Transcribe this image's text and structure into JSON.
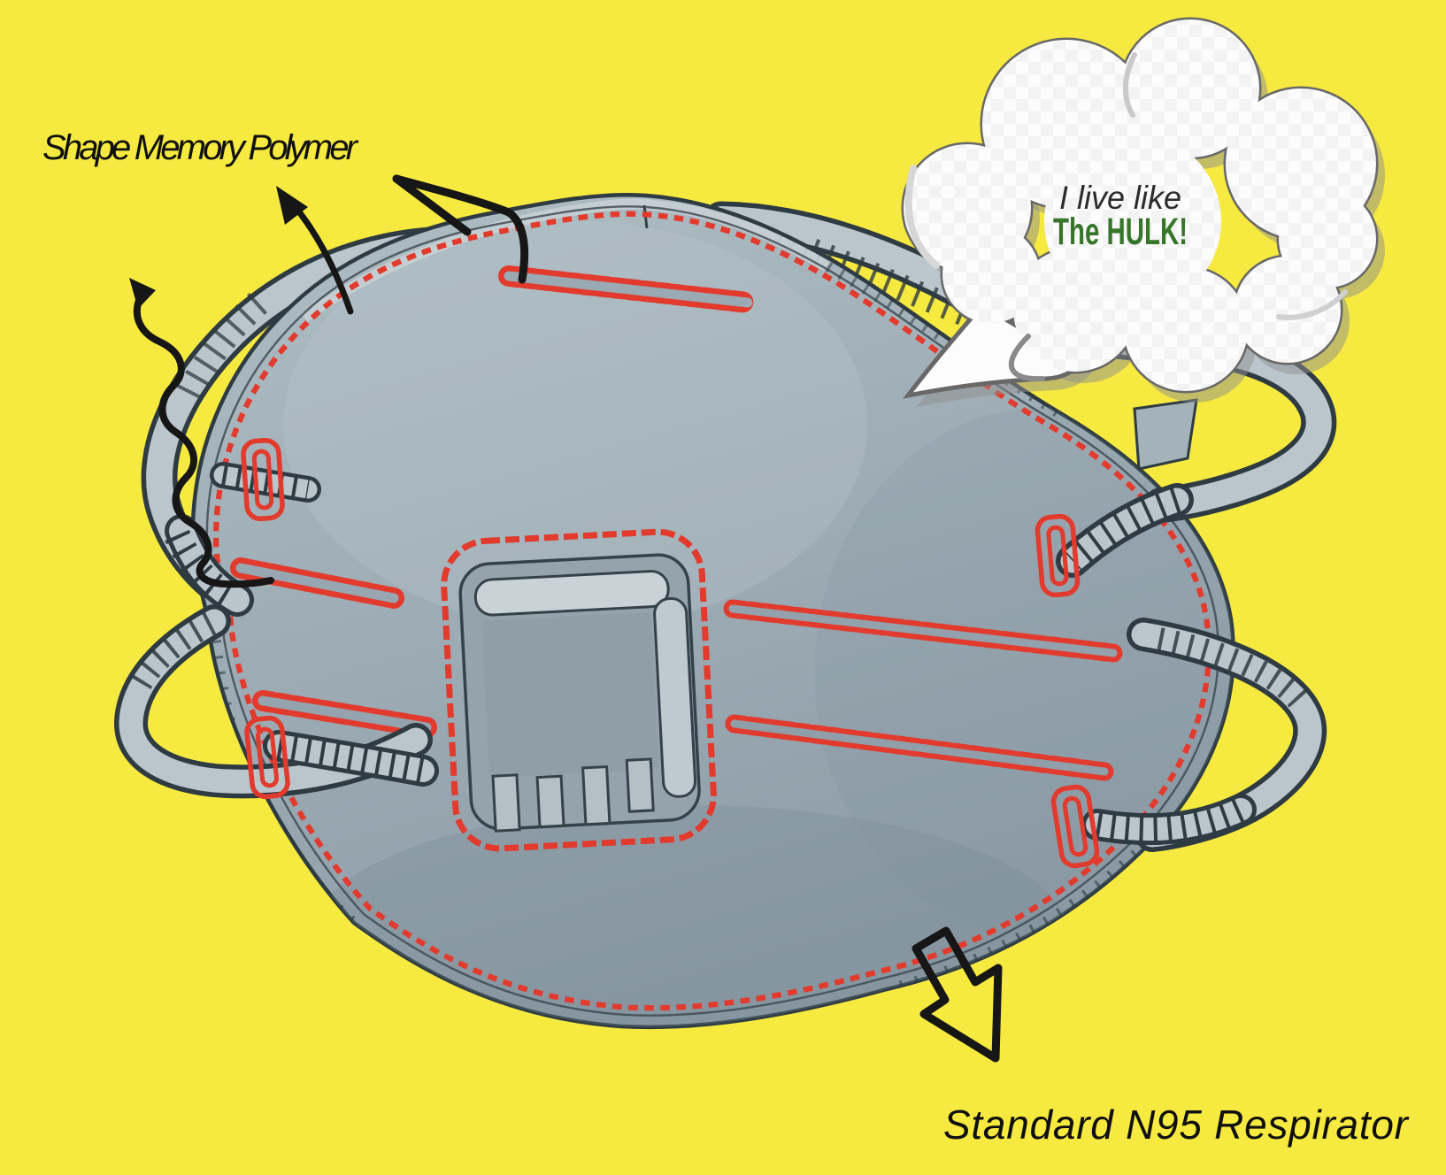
{
  "illustration": {
    "description": "Annotated 3D render of an N95 respirator with shape-memory polymer straps",
    "labels": {
      "shape_memory_polymer": "Shape Memory Polymer",
      "standard_n95": "Standard N95 Respirator"
    },
    "speech_bubble": {
      "line1": "I live like",
      "line2": "The HULK!"
    }
  },
  "colors": {
    "bg-yellow": "#f6e93f",
    "stitch-red": "#e23a2c",
    "hulk-green": "#37762a",
    "ink-black": "#161616",
    "mask-light": "#adbbc2",
    "mask-dark": "#8b9aa5",
    "outline-dark": "#2e3b42",
    "strap-gray": "#bac6cc",
    "bubble-white": "#fcfcfc",
    "bubble-outline": "#686868"
  }
}
